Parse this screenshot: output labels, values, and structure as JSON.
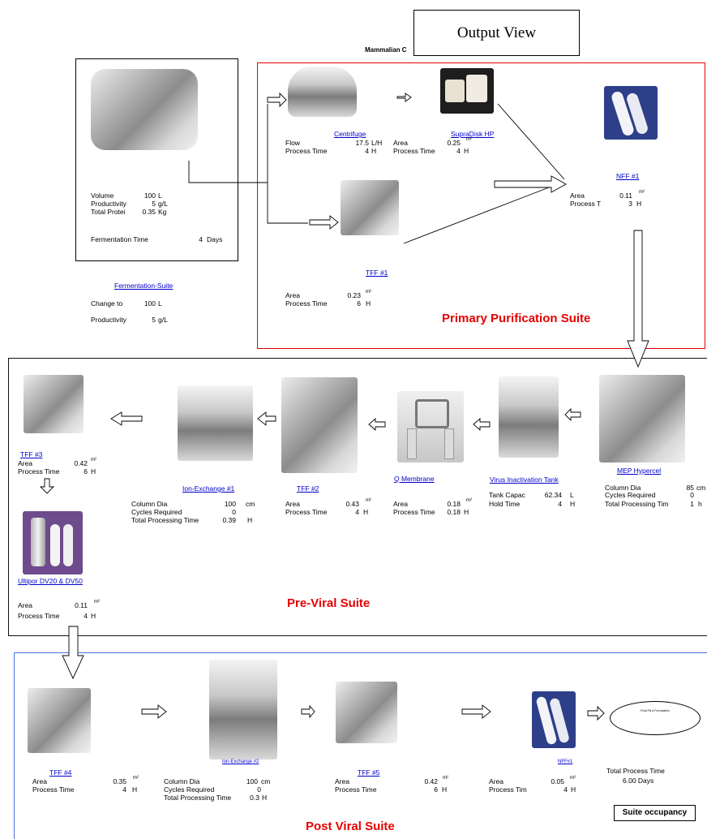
{
  "header": {
    "title": "Output View",
    "subtitle": "Mammalian C"
  },
  "fermentation": {
    "rows": [
      {
        "label": "Volume",
        "value": "100",
        "unit": "L"
      },
      {
        "label": "Productivity",
        "value": "5",
        "unit": "g/L"
      },
      {
        "label": "Total Protei",
        "value": "0.35",
        "unit": "Kg"
      }
    ],
    "time_label": "Fermentation Time",
    "time_value": "4",
    "time_unit": "Days",
    "suite_link": "Fermentation-Suite",
    "change_label": "Change to",
    "change_value": "100",
    "change_unit": "L",
    "prod_label": "Productivity",
    "prod_value": "5",
    "prod_unit": "g/L"
  },
  "primary": {
    "title": "Primary Purification Suite",
    "centrifuge": {
      "name": "Centrifuge",
      "flow_label": "Flow",
      "flow_value": "17.5",
      "flow_unit": "L/H",
      "time_label": "Process Time",
      "time_value": "4",
      "time_unit": "H"
    },
    "supradisk": {
      "name": "SupraDisk HP",
      "area_label": "Area",
      "area_value": "0.25",
      "area_unit": "m²",
      "time_label": "Process Time",
      "time_value": "4",
      "time_unit": "H"
    },
    "nff1": {
      "name": "NFF #1",
      "area_label": "Area",
      "area_value": "0.11",
      "area_unit": "m²",
      "time_label": "Process T",
      "time_value": "3",
      "time_unit": "H"
    },
    "tff1": {
      "name": "TFF #1",
      "area_label": "Area",
      "area_value": "0.23",
      "area_unit": "m²",
      "time_label": "Process Time",
      "time_value": "6",
      "time_unit": "H"
    }
  },
  "previral": {
    "title": "Pre-Viral Suite",
    "tff3": {
      "name": "TFF #3",
      "area_label": "Area",
      "area_value": "0.42",
      "area_unit": "m²",
      "time_label": "Process Time",
      "time_value": "6",
      "time_unit": "H"
    },
    "ionex1": {
      "name": "Ion-Exchange  #1",
      "dia_label": "Column Dia",
      "dia_value": "100",
      "dia_unit": "cm",
      "cyc_label": "Cycles Required",
      "cyc_value": "0",
      "tot_label": "Total Processing Time",
      "tot_value": "0.39",
      "tot_unit": "H"
    },
    "tff2": {
      "name": "TFF #2",
      "area_label": "Area",
      "area_value": "0.43",
      "area_unit": "m²",
      "time_label": "Process Time",
      "time_value": "4",
      "time_unit": "H"
    },
    "qmem": {
      "name": "Q Membrane",
      "area_label": "Area",
      "area_value": "0.18",
      "area_unit": "m²",
      "time_label": "Process Time",
      "time_value": "0.18",
      "time_unit": "H"
    },
    "virus": {
      "name": "Virus Inactivation Tank",
      "cap_label": "Tank Capac",
      "cap_value": "62.34",
      "cap_unit": "L",
      "hold_label": "Hold Time",
      "hold_value": "4",
      "hold_unit": "H"
    },
    "mep": {
      "name": "MEP Hypercel",
      "dia_label": "Column Dia",
      "dia_value": "85",
      "dia_unit": "cm",
      "cyc_label": "Cycles Required",
      "cyc_value": "0",
      "tot_label": "Total Processing Tim",
      "tot_value": "1",
      "tot_unit": "h"
    },
    "ultipor": {
      "name": "Ultipor DV20 & DV50",
      "area_label": "Area",
      "area_value": "0.11",
      "area_unit": "m²",
      "time_label": "Process Time",
      "time_value": "4",
      "time_unit": "H"
    }
  },
  "postviral": {
    "title": "Post Viral Suite",
    "tff4": {
      "name": "TFF #4",
      "area_label": "Area",
      "area_value": "0.35",
      "area_unit": "m²",
      "time_label": "Process Time",
      "time_value": "4",
      "time_unit": "H"
    },
    "ionex2": {
      "name": "Ion-Exchange #2",
      "dia_label": "Column Dia",
      "dia_value": "100",
      "dia_unit": "cm",
      "cyc_label": "Cycles Required",
      "cyc_value": "0",
      "tot_label": "Total Processing Time",
      "tot_value": "0.3",
      "tot_unit": "H"
    },
    "tff5": {
      "name": "TFF #5",
      "area_label": "Area",
      "area_value": "0.42",
      "area_unit": "m²",
      "time_label": "Process Time",
      "time_value": "6",
      "time_unit": "H"
    },
    "nff2": {
      "name": "NFF#1",
      "area_label": "Area",
      "area_value": "0.05",
      "area_unit": "m²",
      "time_label": "Process Tim",
      "time_value": "4",
      "time_unit": "H"
    },
    "total_label": "Total Process Time",
    "total_value": "6.00 Days",
    "final_text": "Final Fill & Formulation",
    "occupancy_button": "Suite occupancy"
  },
  "colors": {
    "primary_border": "#e60000",
    "previral_border": "#111111",
    "postviral_border": "#4a6fe0",
    "link": "#0000cc",
    "title_red": "#e60000"
  }
}
